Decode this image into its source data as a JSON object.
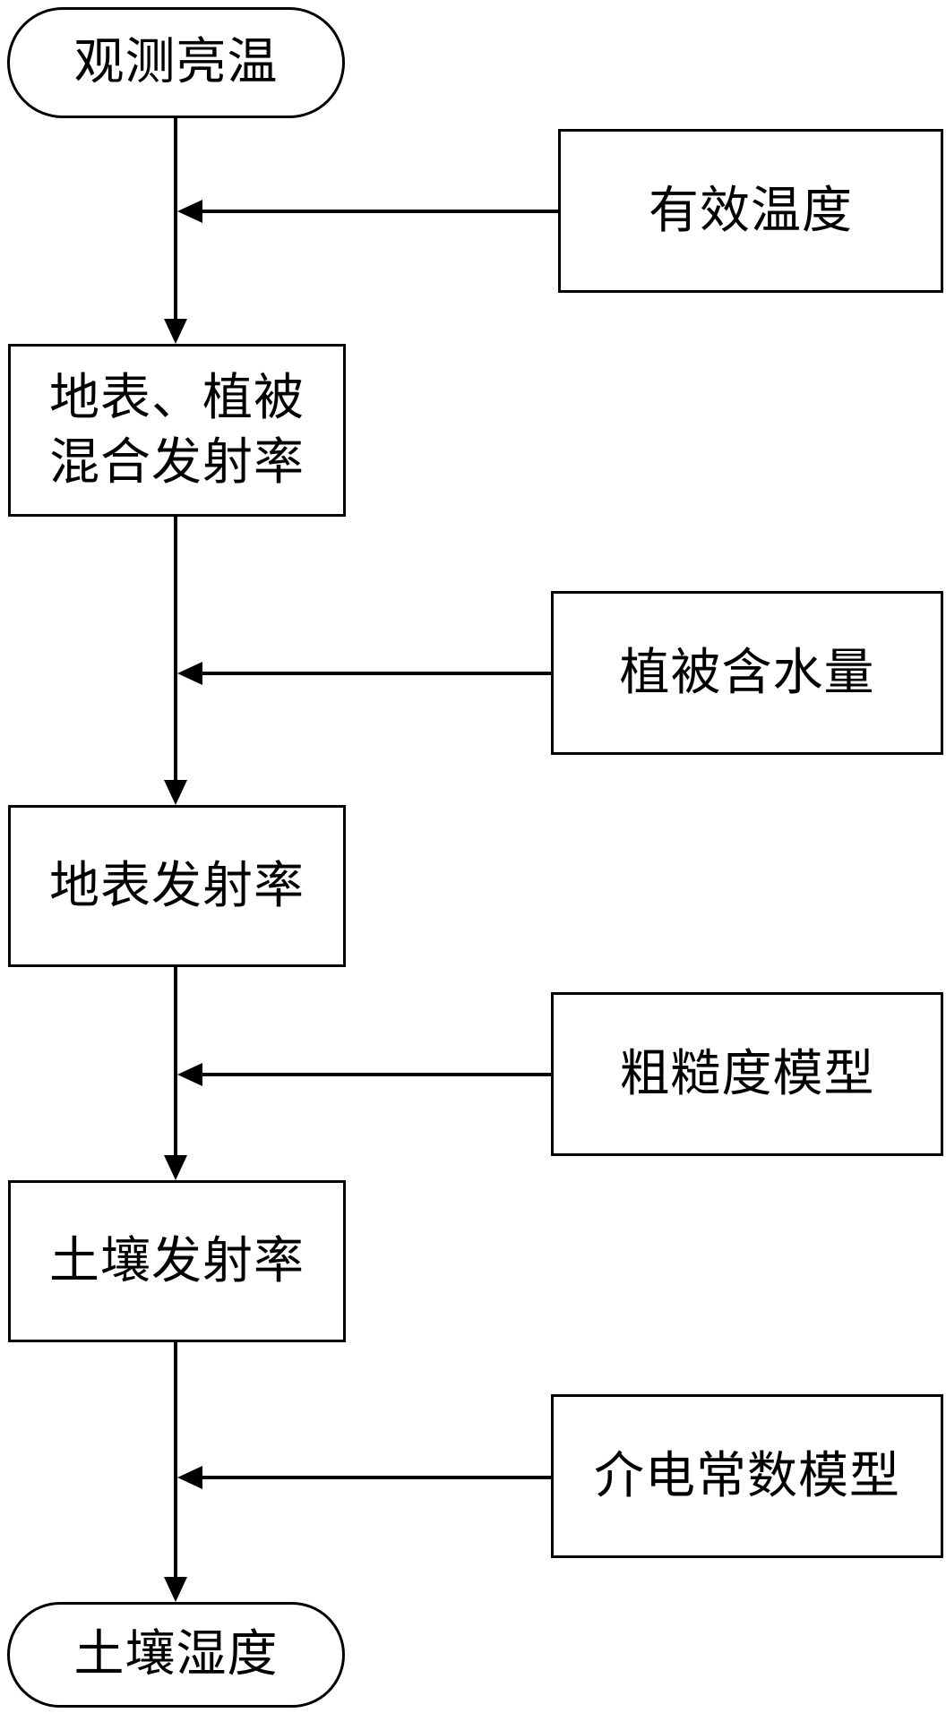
{
  "diagram": {
    "main_flow": {
      "start": "观测亮温",
      "mixed_emissivity": [
        "地表、植被",
        "混合发射率"
      ],
      "surface_emissivity": "地表发射率",
      "soil_emissivity": "土壤发射率",
      "end": "土壤湿度"
    },
    "inputs": {
      "effective_temperature": "有效温度",
      "vegetation_water_content": "植被含水量",
      "roughness_model": "粗糙度模型",
      "dielectric_model": "介电常数模型"
    }
  }
}
